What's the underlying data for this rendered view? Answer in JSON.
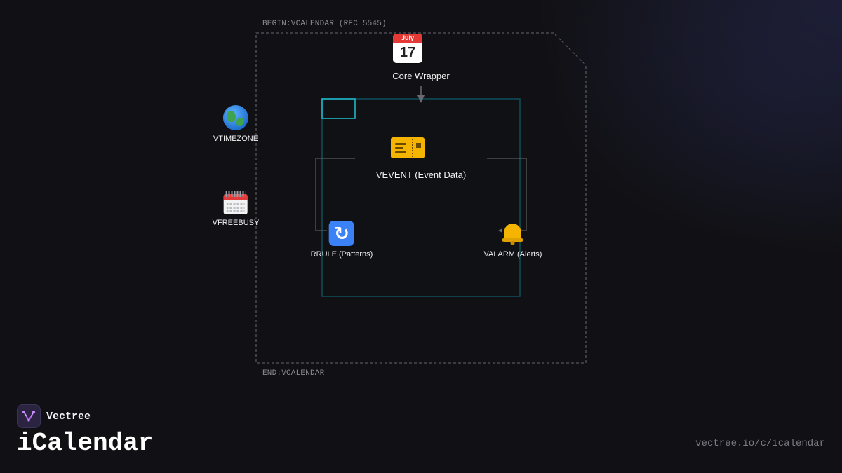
{
  "diagram": {
    "outer_boundary": {
      "begin_label": "BEGIN:VCALENDAR (RFC 5545)",
      "end_label": "END:VCALENDAR"
    },
    "nodes": {
      "core_wrapper": {
        "label": "Core Wrapper",
        "icon": "calendar-july-17-icon",
        "icon_text_month": "July",
        "icon_text_day": "17"
      },
      "vevent": {
        "label": "VEVENT (Event Data)",
        "icon": "ticket-icon"
      },
      "vtimezone": {
        "label": "VTIMEZONE",
        "icon": "globe-icon"
      },
      "vfreebusy": {
        "label": "VFREEBUSY",
        "icon": "spiral-calendar-icon"
      },
      "rrule": {
        "label": "RRULE (Patterns)",
        "icon": "repeat-icon"
      },
      "valarm": {
        "label": "VALARM (Alerts)",
        "icon": "bell-icon"
      }
    },
    "colors": {
      "outer_boundary": "#55555c",
      "event_box": "#0f4f5a",
      "accent_cyan": "#1fb6c8",
      "connector": "#6a6a70"
    }
  },
  "brand": {
    "name": "Vectree",
    "logo_icon": "vectree-logo-icon"
  },
  "page_title": "iCalendar",
  "footer_url": "vectree.io/c/icalendar"
}
